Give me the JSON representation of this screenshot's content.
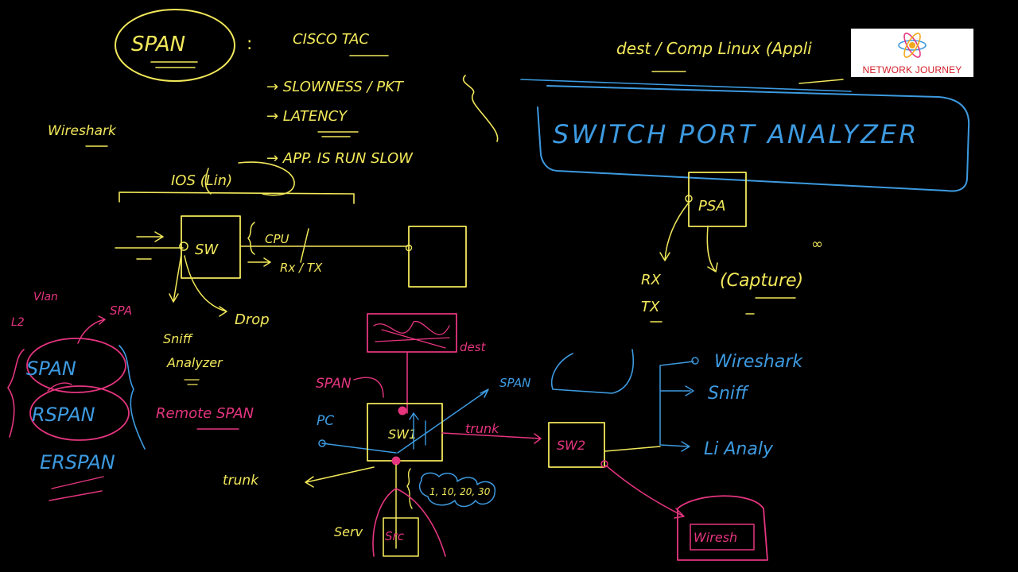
{
  "colors": {
    "background": "#000000",
    "yellow": "#f2e85a",
    "blue": "#3d9ae0",
    "pink": "#e5357f",
    "logo_red": "#d21f28"
  },
  "logo": {
    "text": "NETWORK JOURNEY",
    "icon": "atom-icon"
  },
  "top_notes": {
    "span": "SPAN",
    "colon": ":",
    "cisco_tac": "CISCO TAC",
    "slowness": "→ SLOWNESS / PKT",
    "latency": "→ LATENCY",
    "app_slow": "→ APP. IS RUN SLOW",
    "wireshark": "Wireshark",
    "ios_line": "IOS (Lin)",
    "dest_line": "dest / Comp Linux (Appli"
  },
  "switch_port_analyzer": {
    "title": "SWITCH PORT ANALYZER",
    "psa": "PSA",
    "rx": "RX",
    "tx": "TX",
    "capture": "(Capture)",
    "infinity": "∞"
  },
  "switch_sketch": {
    "sw": "SW",
    "cpu": "CPU",
    "rx_tx": "Rx / TX",
    "drop": "Drop",
    "sniff": "Sniff",
    "analyzer": "Analyzer"
  },
  "left_list": {
    "vlan": "Vlan",
    "l2": "L2",
    "spa": "SPA",
    "span": "SPAN",
    "rspan": "RSPAN",
    "erspan": "ERSPAN",
    "remote_span": "Remote SPAN"
  },
  "bottom_diagram": {
    "dest": "dest",
    "span_pink": "SPAN",
    "span_blue": "SPAN",
    "pc": "PC",
    "sw1": "SW1",
    "sw2": "SW2",
    "trunk_pink": "trunk",
    "trunk_yellow": "trunk",
    "vlans": "1, 10, 20, 30",
    "serv": "Serv",
    "src": "Src",
    "wireshark": "Wireshark",
    "wireshark_box": "Wiresh",
    "sniff": "Sniff",
    "analyzer": "Li Analy"
  }
}
